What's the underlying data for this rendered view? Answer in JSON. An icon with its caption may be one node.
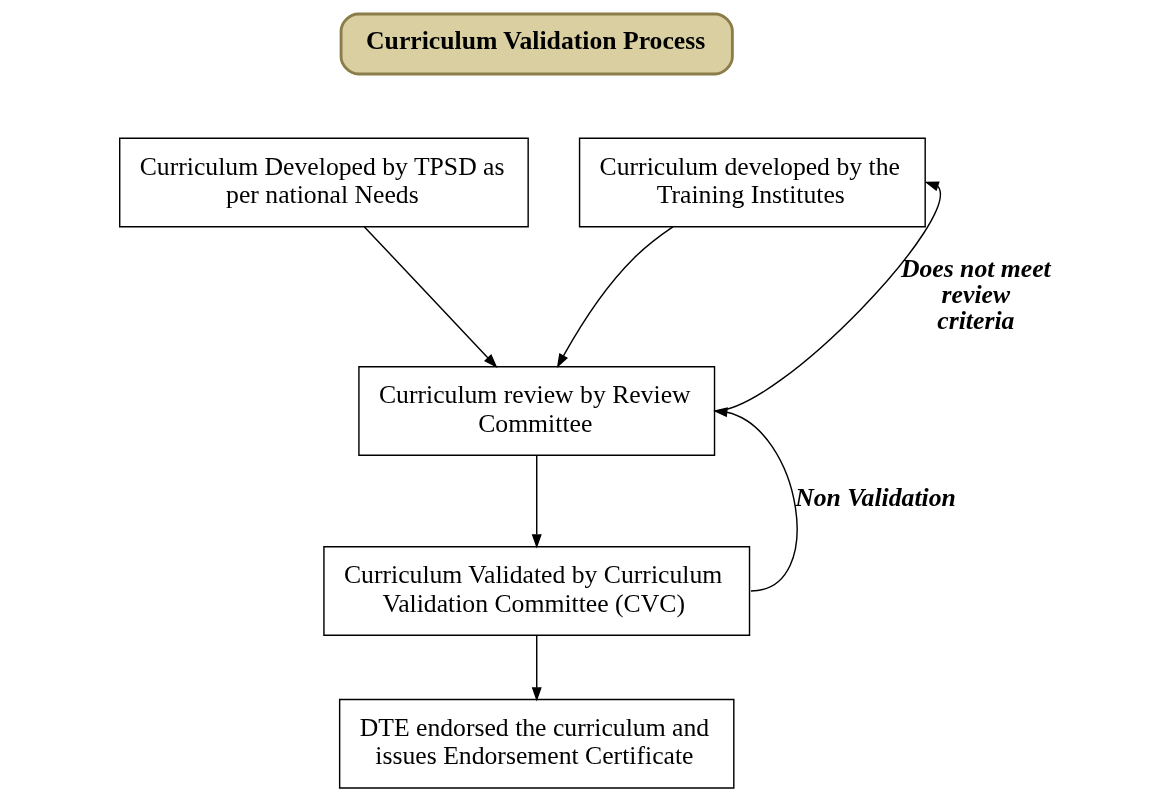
{
  "diagram": {
    "nodes": [
      {
        "text": [
          "Curriculum Validation Process"
        ]
      },
      {
        "text": [
          "Curriculum Developed by TPSD as per national Needs"
        ]
      },
      {
        "text": [
          "Curriculum developed by the Training Institutes"
        ]
      },
      {
        "text": [
          "Curriculum review by Review Committee"
        ]
      },
      {
        "text": [
          "Curriculum Validated by Curriculum Validation Committee (CVC)"
        ]
      },
      {
        "text": [
          "DTE endorsed the curriculum and issues Endorsement Certificate"
        ]
      }
    ],
    "edges": [
      {
        "from": 1,
        "to": 3,
        "arrow": "to"
      },
      {
        "from": 2,
        "to": 3,
        "arrow": "to"
      },
      {
        "from": 3,
        "to": 2,
        "arrow": "to",
        "label": "Does not meet review criteria"
      },
      {
        "from": 3,
        "to": 4,
        "arrow": "to"
      },
      {
        "from": 4,
        "to": 3,
        "arrow": "to",
        "label": "Non Validation"
      },
      {
        "from": 4,
        "to": 5,
        "arrow": "to"
      }
    ]
  }
}
